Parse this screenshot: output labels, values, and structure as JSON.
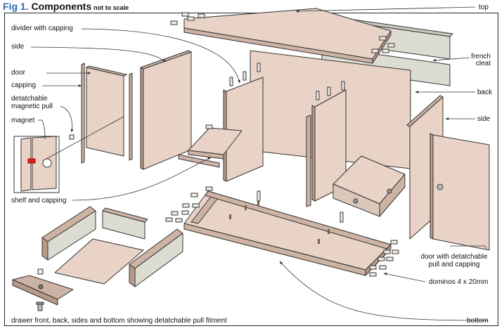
{
  "figure": {
    "number": "Fig 1.",
    "title": "Components",
    "note": "not to scale"
  },
  "labels": {
    "top": "top",
    "divider": "divider with capping",
    "side_left": "side",
    "door": "door",
    "capping": "capping",
    "pull_line1": "detatchable",
    "pull_line2": "magnetic pull",
    "magnet": "magnet",
    "french_line1": "french",
    "french_line2": "cleat",
    "back": "back",
    "side_right": "side",
    "shelf": "shelf and capping",
    "door2_line1": "door with detatchable",
    "door2_line2": "pull and capping",
    "dominos": "dominos 4 x 20mm",
    "bottom": "bottom",
    "drawer_caption": "drawer front, back, sides and bottom showing detatchable pull fitment"
  },
  "colors": {
    "panel": "#e8d3c6",
    "panel_dark": "#cdb3a3",
    "panel_edge": "#b89a89",
    "cleat": "#dcdcd3",
    "outline": "#333333",
    "accent": "#2a6fb0",
    "magnet_red": "#e02020"
  }
}
